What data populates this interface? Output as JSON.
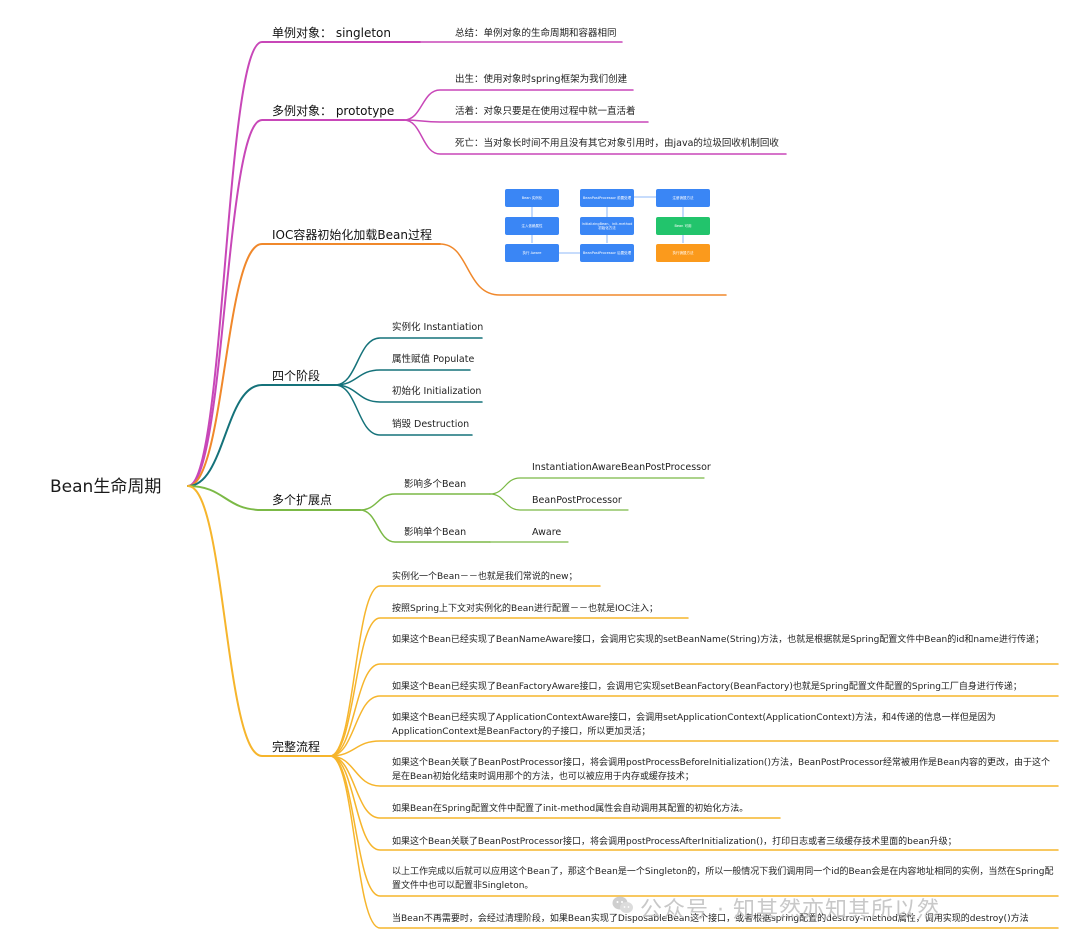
{
  "root": {
    "label": "Bean生命周期"
  },
  "colors": {
    "singleton": "#c847b8",
    "prototype": "#c847b8",
    "ioc": "#f0882b",
    "stages": "#15727a",
    "extensions": "#7bb946",
    "flow": "#f6b52c"
  },
  "branches": {
    "singleton": {
      "label": "单例对象： singleton",
      "children": [
        "总结：单例对象的生命周期和容器相同"
      ]
    },
    "prototype": {
      "label": "多例对象： prototype",
      "children": [
        "出生：使用对象时spring框架为我们创建",
        "活着：对象只要是在使用过程中就一直活着",
        "死亡：当对象长时间不用且没有其它对象引用时，由java的垃圾回收机制回收"
      ]
    },
    "ioc": {
      "label": "IOC容器初始化加载Bean过程"
    },
    "stages": {
      "label": "四个阶段",
      "children": [
        "实例化 Instantiation",
        "属性赋值 Populate",
        "初始化 Initialization",
        "销毁 Destruction"
      ]
    },
    "extensions": {
      "label": "多个扩展点",
      "multi": {
        "label": "影响多个Bean",
        "children": [
          "InstantiationAwareBeanPostProcessor",
          "BeanPostProcessor"
        ]
      },
      "single": {
        "label": "影响单个Bean",
        "children": [
          "Aware"
        ]
      }
    },
    "flow": {
      "label": "完整流程",
      "steps": [
        "实例化一个Bean－－也就是我们常说的new；",
        "按照Spring上下文对实例化的Bean进行配置－－也就是IOC注入；",
        "如果这个Bean已经实现了BeanNameAware接口，会调用它实现的setBeanName(String)方法，也就是根据就是Spring配置文件中Bean的id和name进行传递；",
        "如果这个Bean已经实现了BeanFactoryAware接口，会调用它实现setBeanFactory(BeanFactory)也就是Spring配置文件配置的Spring工厂自身进行传递；",
        "如果这个Bean已经实现了ApplicationContextAware接口，会调用setApplicationContext(ApplicationContext)方法，和4传递的信息一样但是因为ApplicationContext是BeanFactory的子接口，所以更加灵活；",
        "如果这个Bean关联了BeanPostProcessor接口，将会调用postProcessBeforeInitialization()方法，BeanPostProcessor经常被用作是Bean内容的更改，由于这个是在Bean初始化结束时调用那个的方法，也可以被应用于内存或缓存技术；",
        "如果Bean在Spring配置文件中配置了init-method属性会自动调用其配置的初始化方法。",
        "如果这个Bean关联了BeanPostProcessor接口，将会调用postProcessAfterInitialization()，打印日志或者三级缓存技术里面的bean升级；",
        "以上工作完成以后就可以应用这个Bean了，那这个Bean是一个Singleton的，所以一般情况下我们调用同一个id的Bean会是在内容地址相同的实例，当然在Spring配置文件中也可以配置非Singleton。",
        "当Bean不再需要时，会经过清理阶段，如果Bean实现了DisposableBean这个接口，或者根据spring配置的destroy-method属性，调用实现的destroy()方法"
      ]
    }
  },
  "flowchart": {
    "boxes": [
      {
        "label": "Bean 实例化",
        "color": "#3a86f5"
      },
      {
        "label": "BeanPostProcessor 前置处理",
        "color": "#3a86f5"
      },
      {
        "label": "注册销毁方法",
        "color": "#3a86f5"
      },
      {
        "label": "注入依赖属性",
        "color": "#3a86f5"
      },
      {
        "label": "InitializingBean、init-method 初始化方法",
        "color": "#3a86f5"
      },
      {
        "label": "Bean 可用",
        "color": "#22c46c"
      },
      {
        "label": "执行 Aware",
        "color": "#3a86f5"
      },
      {
        "label": "BeanPostProcessor 后置处理",
        "color": "#3a86f5"
      },
      {
        "label": "执行销毁方法",
        "color": "#fb9a1c"
      }
    ]
  },
  "watermark": "公众号 · 知其然亦知其所以然"
}
